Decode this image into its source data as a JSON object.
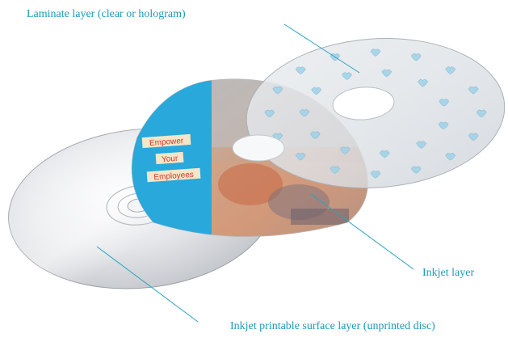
{
  "colors": {
    "label_text": "#1a9bb8",
    "leader_line": "#2aa3c0",
    "cd_silver": "#d3d6da",
    "cyan_band": "#29a8dc",
    "text_box": "#f4e6c8",
    "text_red": "#d23a2a",
    "hologram_blue": "#9fd2e8"
  },
  "labels": {
    "laminate": "Laminate layer (clear or hologram)",
    "inkjet": "Inkjet layer",
    "surface": "Inkjet printable surface layer (unprinted disc)"
  },
  "printed_disc": {
    "line1": "Empower",
    "line2": "Your",
    "line3": "Employees"
  }
}
